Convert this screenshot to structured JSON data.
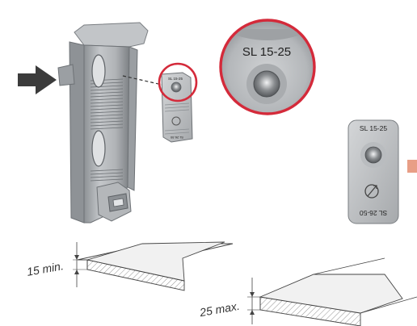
{
  "zoom_label": "SL 15-25",
  "plate_top_label": "SL 15-25",
  "plate_bottom_label": "SL 26-50",
  "small_plate_top_label": "SL 15-25",
  "small_plate_bottom_label": "SL 26-50",
  "dimension_min_label": "15 min.",
  "dimension_max_label": "25 max.",
  "colors": {
    "highlight_ring": "#d42a3a",
    "side_tab": "#e89e86",
    "metal_light": "#c9cbcd",
    "metal_mid": "#a5a8ab",
    "metal_dark": "#6f7377"
  },
  "icons": [
    "arrow-right-icon",
    "rotate-icon"
  ]
}
